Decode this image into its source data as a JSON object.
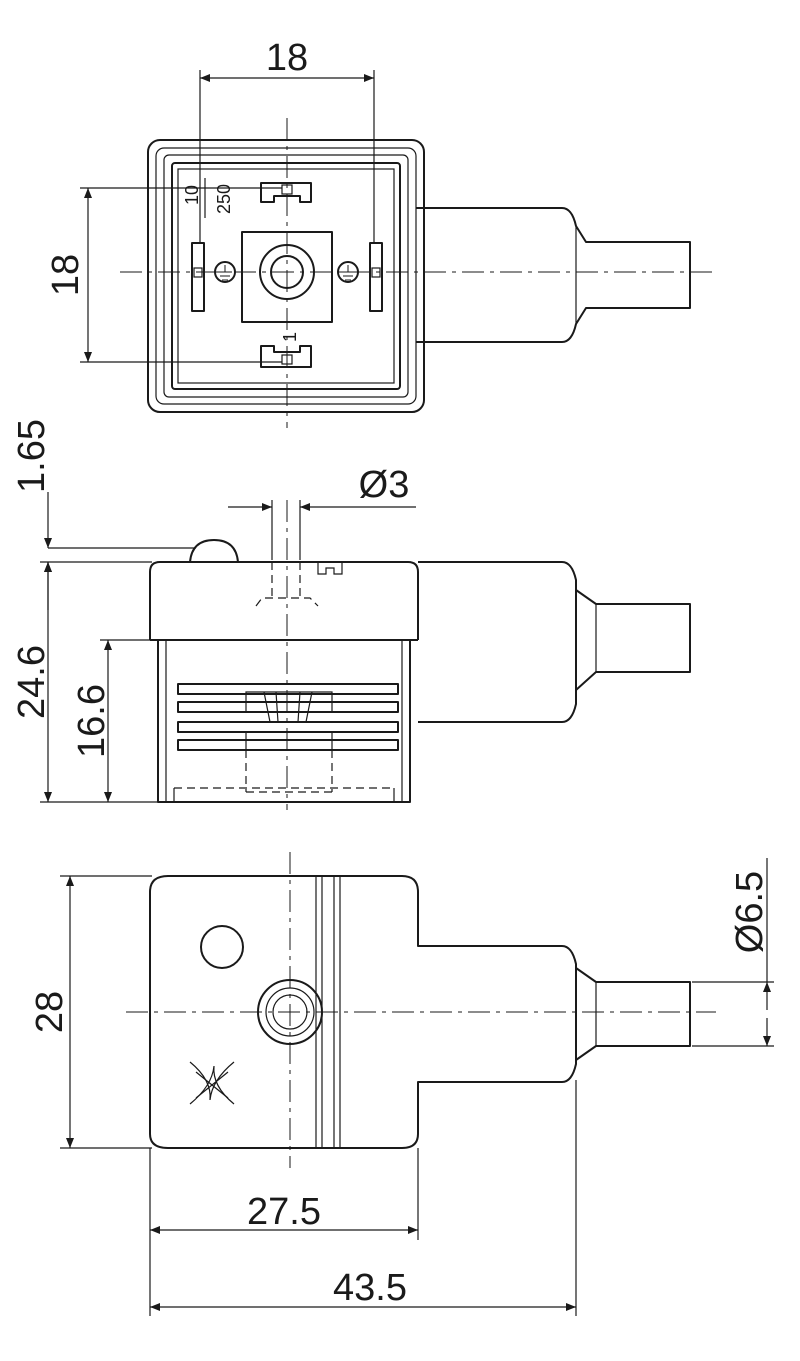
{
  "views": {
    "front": {
      "dim_width": "18",
      "dim_height": "18",
      "label_ten": "10",
      "label_250": "250",
      "label_pin1": "1"
    },
    "side": {
      "dim_offset": "1.65",
      "dim_hole": "Ø3",
      "dim_total_height": "24.6",
      "dim_body_height": "16.6"
    },
    "top": {
      "dim_height": "28",
      "dim_cable": "Ø6.5",
      "dim_body_length": "27.5",
      "dim_total_length": "43.5"
    }
  }
}
